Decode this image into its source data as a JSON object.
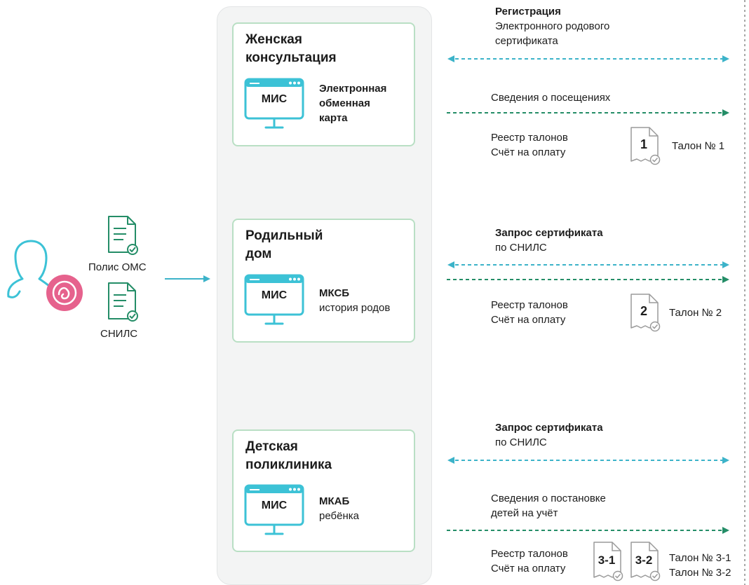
{
  "colors": {
    "teal": "#3cb3c9",
    "green": "#248d67",
    "card_border": "#b9dfc4",
    "pink": "#e6628d"
  },
  "left": {
    "polis_label": "Полис ОМС",
    "snils_label": "СНИЛС"
  },
  "cards": [
    {
      "title_line1": "Женская",
      "title_line2": "консультация",
      "mis": "МИС",
      "desc_line1": "Электронная",
      "desc_line2": "обменная",
      "desc_line3": "карта"
    },
    {
      "title_line1": "Родильный",
      "title_line2": "дом",
      "mis": "МИС",
      "desc_line1": "МКСБ",
      "desc_line2": "история родов"
    },
    {
      "title_line1": "Детская",
      "title_line2": "поликлиника",
      "mis": "МИС",
      "desc_line1": "МКАБ",
      "desc_line2": "ребёнка"
    }
  ],
  "right": {
    "s1": {
      "reg_bold": "Регистрация",
      "reg_line2": "Электронного родового",
      "reg_line3": "сертификата",
      "visits": "Сведения о посещениях",
      "registry": "Реестр талонов",
      "invoice": "Счёт на оплату",
      "doc_num": "1",
      "talon": "Талон № 1"
    },
    "s2": {
      "req_bold": "Запрос сертификата",
      "req_line2": "по СНИЛС",
      "registry": "Реестр талонов",
      "invoice": "Счёт на оплату",
      "doc_num": "2",
      "talon": "Талон № 2"
    },
    "s3": {
      "req_bold": "Запрос сертификата",
      "req_line2": "по СНИЛС",
      "reg_line1": "Сведения о постановке",
      "reg_line2": "детей на учёт",
      "registry": "Реестр талонов",
      "invoice": "Счёт на оплату",
      "doc_num_a": "3-1",
      "doc_num_b": "3-2",
      "talon_a": "Талон № 3-1",
      "talon_b": "Талон № 3-2"
    }
  }
}
